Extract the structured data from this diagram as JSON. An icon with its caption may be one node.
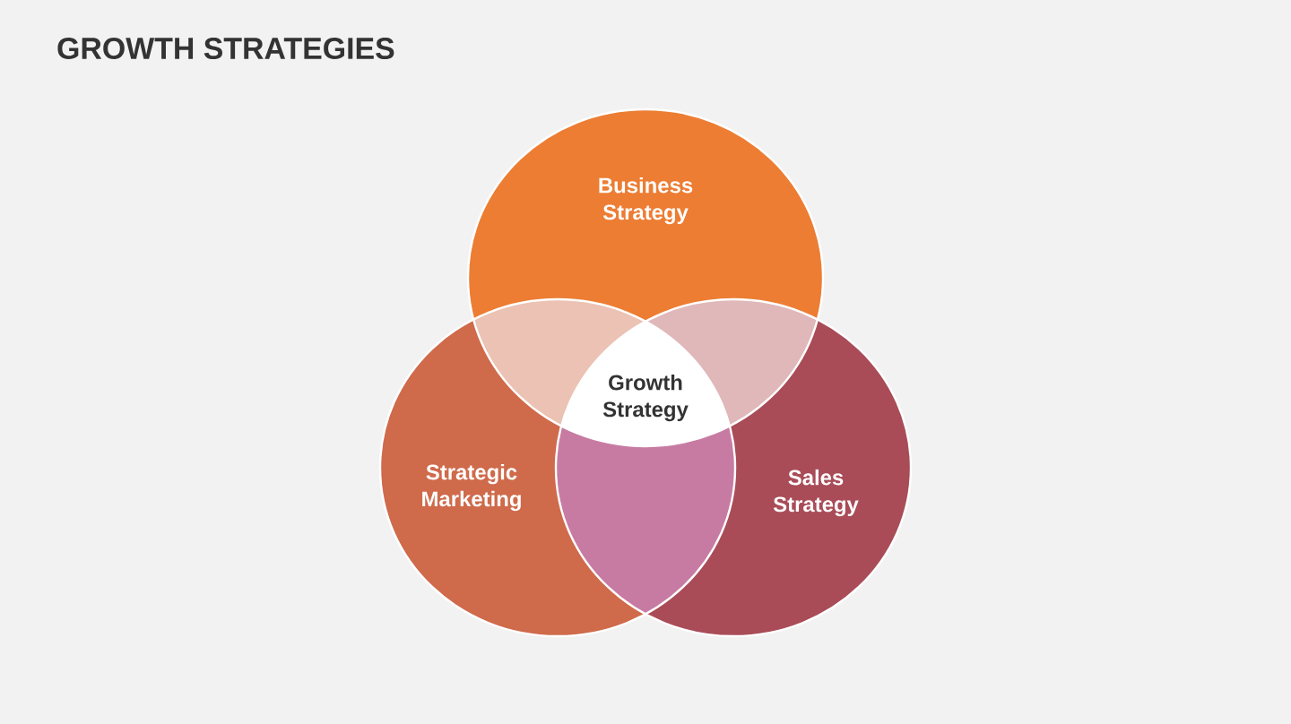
{
  "diagram": {
    "title": "GROWTH STRATEGIES",
    "nodes": [
      {
        "text": [
          "Business Strategy"
        ]
      },
      {
        "text": [
          "Strategic Marketing"
        ]
      },
      {
        "text": [
          "Sales Strategy"
        ]
      },
      {
        "text": [
          "Growth Strategy"
        ]
      }
    ],
    "edges": []
  }
}
